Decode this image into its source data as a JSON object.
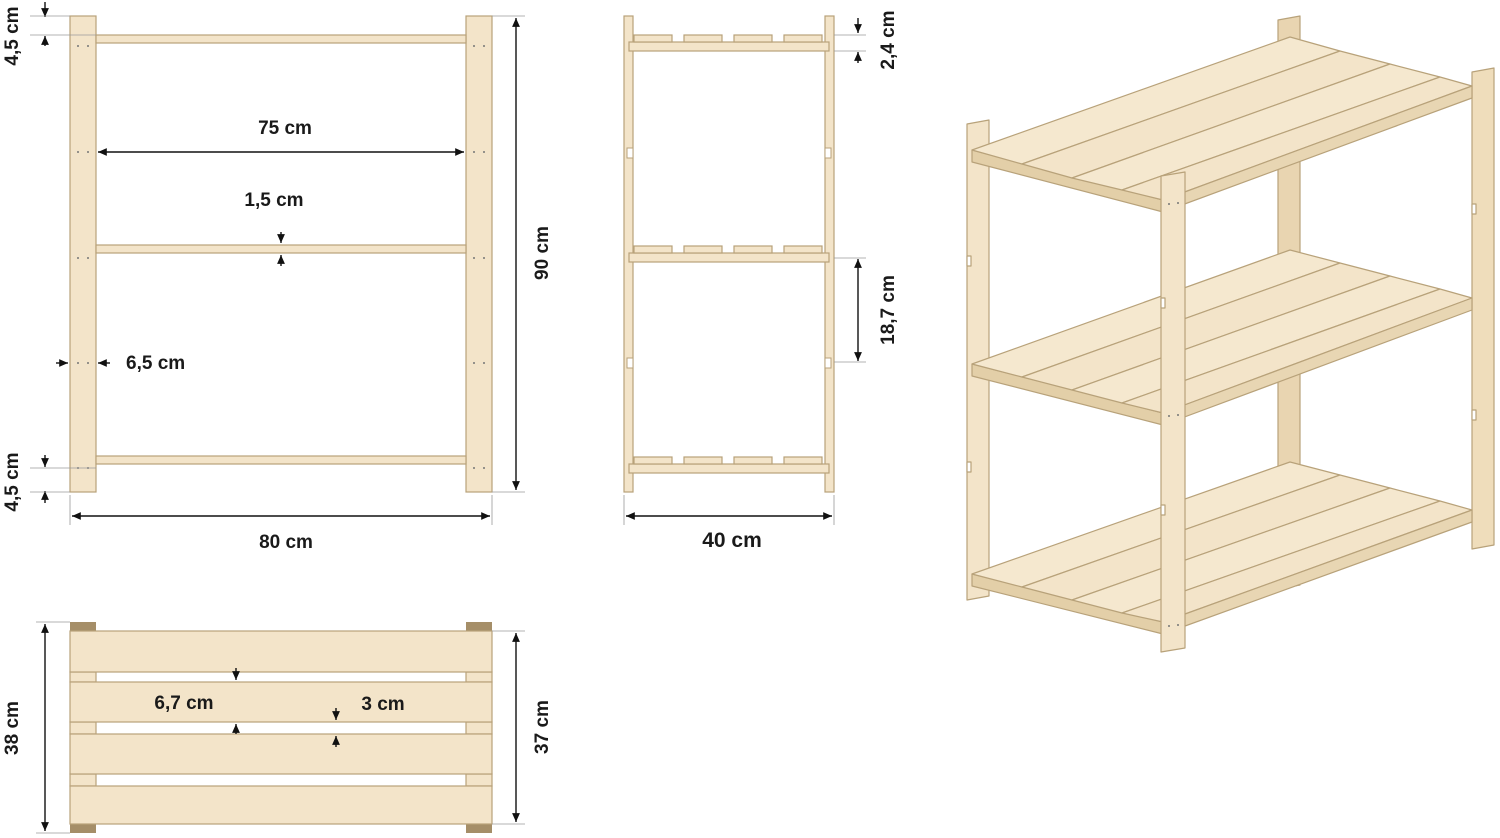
{
  "colors": {
    "wood": "#f3e4c9",
    "wood_edge": "#b8a27a",
    "wood_dark": "#a58e68",
    "line": "#111111",
    "dim_line": "#8a8a8a"
  },
  "front_view": {
    "top_gap": "4,5 cm",
    "inner_width": "75 cm",
    "shelf_thickness": "1,5 cm",
    "post_width": "6,5 cm",
    "bottom_gap": "4,5 cm",
    "total_width": "80 cm",
    "total_height": "90 cm"
  },
  "side_view": {
    "slat_height": "2,4 cm",
    "notch_spacing": "18,7 cm",
    "depth": "40 cm"
  },
  "top_view": {
    "slat_width": "6,7 cm",
    "slat_gap": "3 cm",
    "outer_depth": "38 cm",
    "inner_depth": "37 cm"
  }
}
